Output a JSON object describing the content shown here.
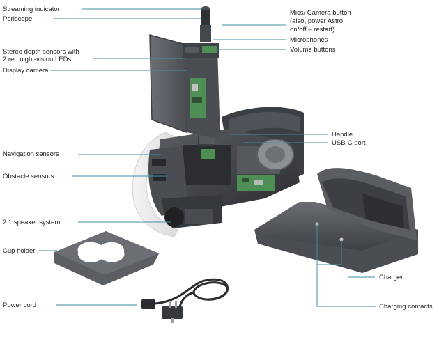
{
  "labels": {
    "streaming_indicator": "Streaming indicator",
    "periscope": "Periscope",
    "stereo_depth_line1": "Stereo depth sensors with",
    "stereo_depth_line2": "2 red night-vision LEDs",
    "display_camera": "Display camera",
    "navigation_sensors": "Navigation sensors",
    "obstacle_sensors": "Obstacle sensors",
    "speaker_system": "2.1 speaker system",
    "cup_holder": "Cup holder",
    "power_cord": "Power cord",
    "mics_camera_line1": "Mics/ Camera button",
    "mics_camera_line2": "(also, power Astro",
    "mics_camera_line3": "on/off – restart)",
    "microphones": "Microphones",
    "volume_buttons": "Volume buttons",
    "handle": "Handle",
    "usb_c_port": "USB-C port",
    "charger": "Charger",
    "charging_contacts": "Charging contacts"
  },
  "colors": {
    "leader_line": "#3d8fa6",
    "label_text": "#1e1e1e",
    "robot_body": "#3f4246",
    "robot_dark": "#2a2c2f",
    "robot_light": "#8e9297",
    "pcb_green": "#4e8f56",
    "charger_gray": "#55585c"
  }
}
